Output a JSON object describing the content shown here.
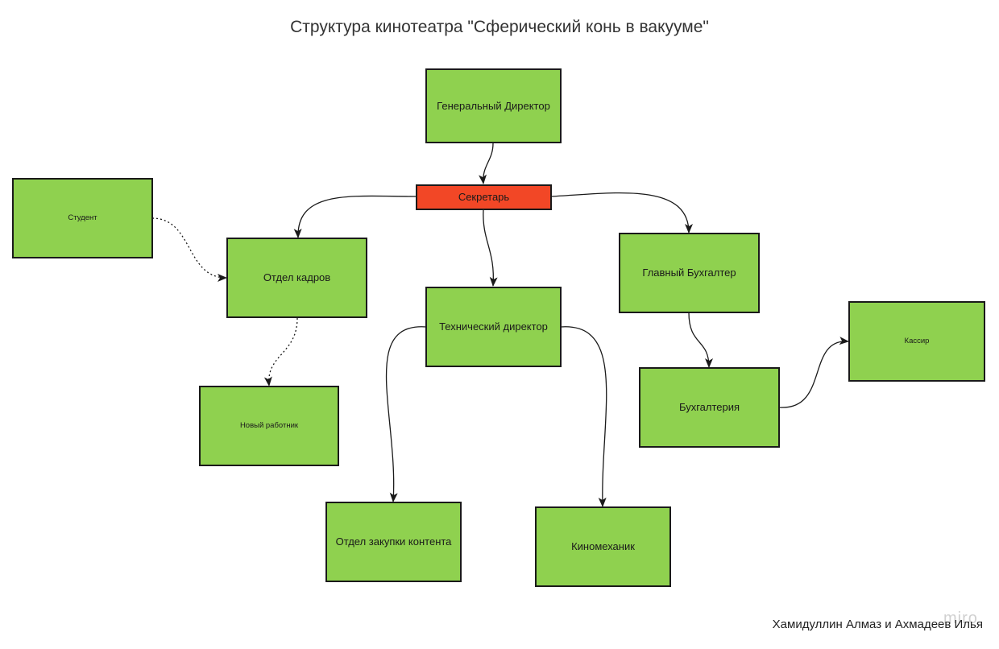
{
  "title": "Структура кинотеатра \"Сферический конь в вакууме\"",
  "nodes": {
    "gen_director": "Генеральный Директор",
    "secretary": "Секретарь",
    "student": "Студент",
    "hr": "Отдел кадров",
    "new_worker": "Новый работник",
    "tech_director": "Технический директор",
    "content_purchase": "Отдел закупки контента",
    "projectionist": "Киномеханик",
    "chief_accountant": "Главный Бухгалтер",
    "accounting": "Бухгалтерия",
    "cashier": "Кассир"
  },
  "footer": "Хамидуллин Алмаз и Ахмадеев Илья",
  "watermark": "miro",
  "colors": {
    "box_fill": "#8fd14f",
    "secretary_fill": "#f24726",
    "border": "#1a1a1a"
  }
}
